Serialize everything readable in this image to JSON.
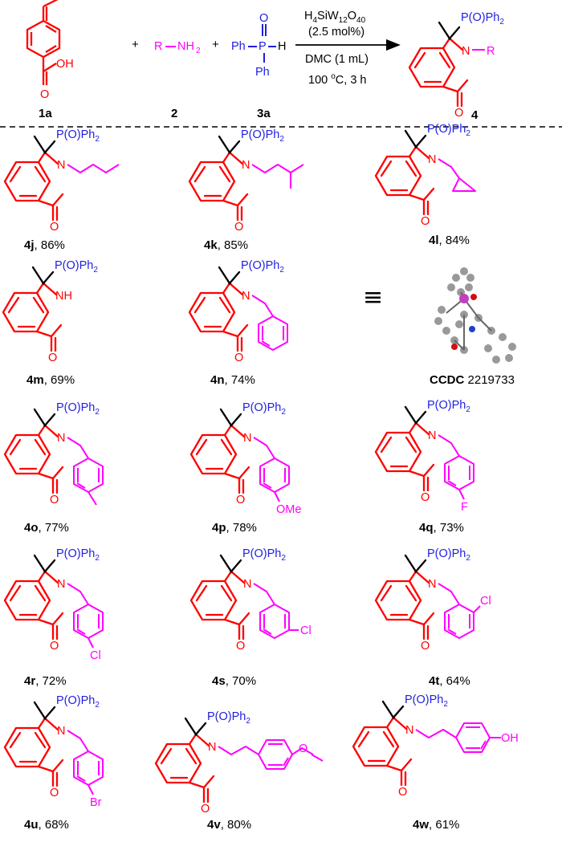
{
  "colors": {
    "core": "#ff0000",
    "substituent": "#ff00ff",
    "phosphorus": "#1f1fe0",
    "carbon": "#000000"
  },
  "reaction": {
    "reagent_1": {
      "label": "1a",
      "groups": [
        "OH",
        "O"
      ]
    },
    "reagent_2": {
      "label": "2",
      "formula_r": "R",
      "formula_amine": "NH",
      "formula_sub": "2"
    },
    "reagent_3": {
      "label": "3a",
      "ph_left": "Ph",
      "ph_bottom": "Ph",
      "atom_p": "P",
      "atom_h": "H",
      "atom_o": "O"
    },
    "plus": "+",
    "conditions": {
      "catalyst": "H4SiW12O40",
      "loading": "(2.5 mol%)",
      "solvent": "DMC (1 mL)",
      "temp": "100",
      "temp_unit": "oC, 3 h"
    },
    "product": {
      "label": "4",
      "r_group": "R"
    }
  },
  "common": {
    "phosphinoyl": "P(O)Ph",
    "phosphinoyl_sub": "2",
    "nitrogen": "N",
    "carbonyl": "O",
    "nh": "NH"
  },
  "products": [
    {
      "id": "4j",
      "yield": ", 86%",
      "substituent": "butyl"
    },
    {
      "id": "4k",
      "yield": ", 85%",
      "substituent": "isobutyl"
    },
    {
      "id": "4l",
      "yield": ", 84%",
      "substituent": "cyclopropylmethyl"
    },
    {
      "id": "4m",
      "yield": ", 69%",
      "substituent": "H"
    },
    {
      "id": "4n",
      "yield": ", 74%",
      "substituent": "benzyl"
    },
    {
      "id": "4o",
      "yield": ", 77%",
      "substituent": "4-methylbenzyl"
    },
    {
      "id": "4p",
      "yield": ", 78%",
      "substituent": "4-methoxybenzyl",
      "tail": "OMe"
    },
    {
      "id": "4q",
      "yield": ", 73%",
      "substituent": "4-fluorobenzyl",
      "tail": "F"
    },
    {
      "id": "4r",
      "yield": ", 72%",
      "substituent": "4-chlorobenzyl",
      "tail": "Cl"
    },
    {
      "id": "4s",
      "yield": ", 70%",
      "substituent": "3-chlorobenzyl",
      "tail": "Cl"
    },
    {
      "id": "4t",
      "yield": ", 64%",
      "substituent": "2-chlorobenzyl",
      "tail": "Cl"
    },
    {
      "id": "4u",
      "yield": ", 68%",
      "substituent": "4-bromobenzyl",
      "tail": "Br"
    },
    {
      "id": "4v",
      "yield": ", 80%",
      "substituent": "2-(4-methoxyphenyl)ethyl",
      "tail": "O"
    },
    {
      "id": "4w",
      "yield": ", 61%",
      "substituent": "2-(4-hydroxyphenyl)ethyl",
      "tail": "OH"
    }
  ],
  "crystal": {
    "label_bold": "CCDC",
    "label_number": " 2219733"
  },
  "equivalence_symbol": "≡"
}
